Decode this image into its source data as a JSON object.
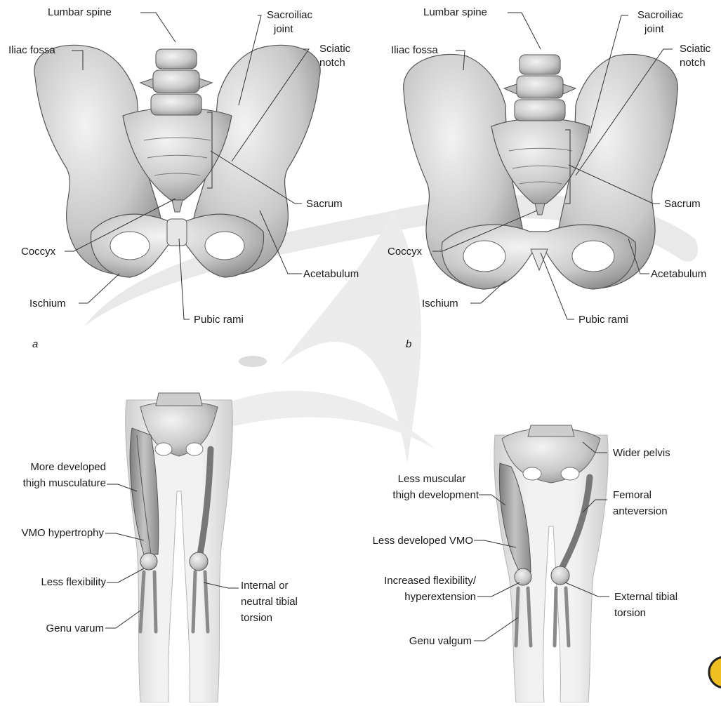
{
  "pelvis_a": {
    "lumbar_spine": "Lumbar spine",
    "sacroiliac_joint_1": "Sacroiliac",
    "sacroiliac_joint_2": "joint",
    "iliac_fossa": "Iliac fossa",
    "sciatic_notch_1": "Sciatic",
    "sciatic_notch_2": "notch",
    "sacrum": "Sacrum",
    "coccyx": "Coccyx",
    "acetabulum": "Acetabulum",
    "ischium": "Ischium",
    "pubic_rami": "Pubic rami",
    "panel_letter": "a"
  },
  "pelvis_b": {
    "lumbar_spine": "Lumbar spine",
    "sacroiliac_joint_1": "Sacroiliac",
    "sacroiliac_joint_2": "joint",
    "iliac_fossa": "Iliac fossa",
    "sciatic_notch_1": "Sciatic",
    "sciatic_notch_2": "notch",
    "sacrum": "Sacrum",
    "coccyx": "Coccyx",
    "acetabulum": "Acetabulum",
    "ischium": "Ischium",
    "pubic_rami": "Pubic rami",
    "panel_letter": "b"
  },
  "legs_male": {
    "thigh_musculature_1": "More developed",
    "thigh_musculature_2": "thigh musculature",
    "vmo_hypertrophy": "VMO hypertrophy",
    "less_flexibility": "Less flexibility",
    "genu_varum": "Genu varum",
    "tibial_torsion_1": "Internal or",
    "tibial_torsion_2": "neutral tibial",
    "tibial_torsion_3": "torsion"
  },
  "legs_female": {
    "wider_pelvis": "Wider pelvis",
    "thigh_development_1": "Less muscular",
    "thigh_development_2": "thigh development",
    "femoral_anteversion_1": "Femoral",
    "femoral_anteversion_2": "anteversion",
    "less_developed_vmo": "Less developed VMO",
    "flexibility_1": "Increased flexibility/",
    "flexibility_2": "hyperextension",
    "tibial_torsion_1": "External tibial",
    "tibial_torsion_2": "torsion",
    "genu_valgum": "Genu valgum"
  }
}
